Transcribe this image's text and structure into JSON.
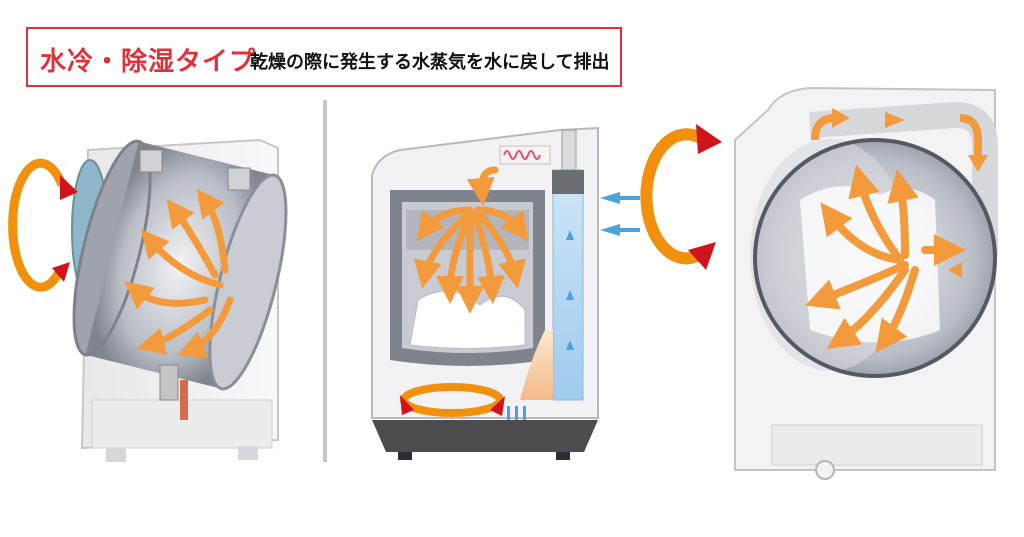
{
  "header": {
    "title": "水冷・除湿タイプ",
    "description": "乾燥の際に発生する水蒸気を水に戻して排出"
  },
  "colors": {
    "accent_red": "#e0303a",
    "rotation_orange": "#f0900c",
    "rotation_red": "#d0141c",
    "airflow_orange": "#f29a3c",
    "cooling_blue": "#4aa3e0",
    "heater_pink": "#e05070"
  },
  "illustrations": [
    {
      "name": "tilted-drum-washer",
      "icons": [
        "rotation-arrow-icon",
        "airflow-arrow-icon"
      ]
    },
    {
      "name": "vertical-washer-dryer",
      "icons": [
        "heater-coil-icon",
        "cooling-water-icon",
        "drain-drop-icon",
        "rotation-arrow-icon",
        "airflow-arrow-icon"
      ]
    },
    {
      "name": "front-load-drum-washer",
      "icons": [
        "rotation-arrow-icon",
        "airflow-arrow-icon",
        "duct-arrow-icon"
      ]
    }
  ]
}
